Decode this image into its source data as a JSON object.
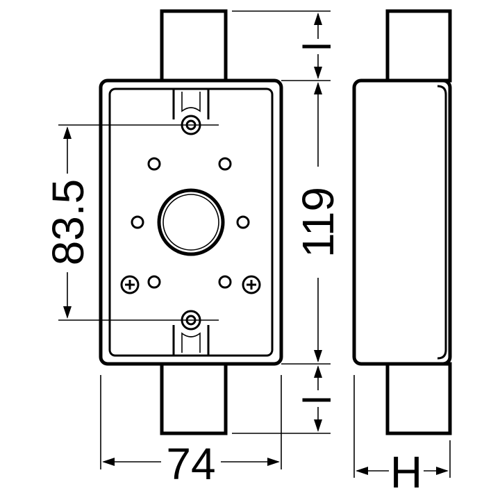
{
  "dimensions": {
    "width": "74",
    "height": "119",
    "pitch": "83.5",
    "top_ext": "l",
    "bottom_ext": "l",
    "depth": "H"
  },
  "colors": {
    "line": "#000000",
    "background": "#ffffff"
  }
}
